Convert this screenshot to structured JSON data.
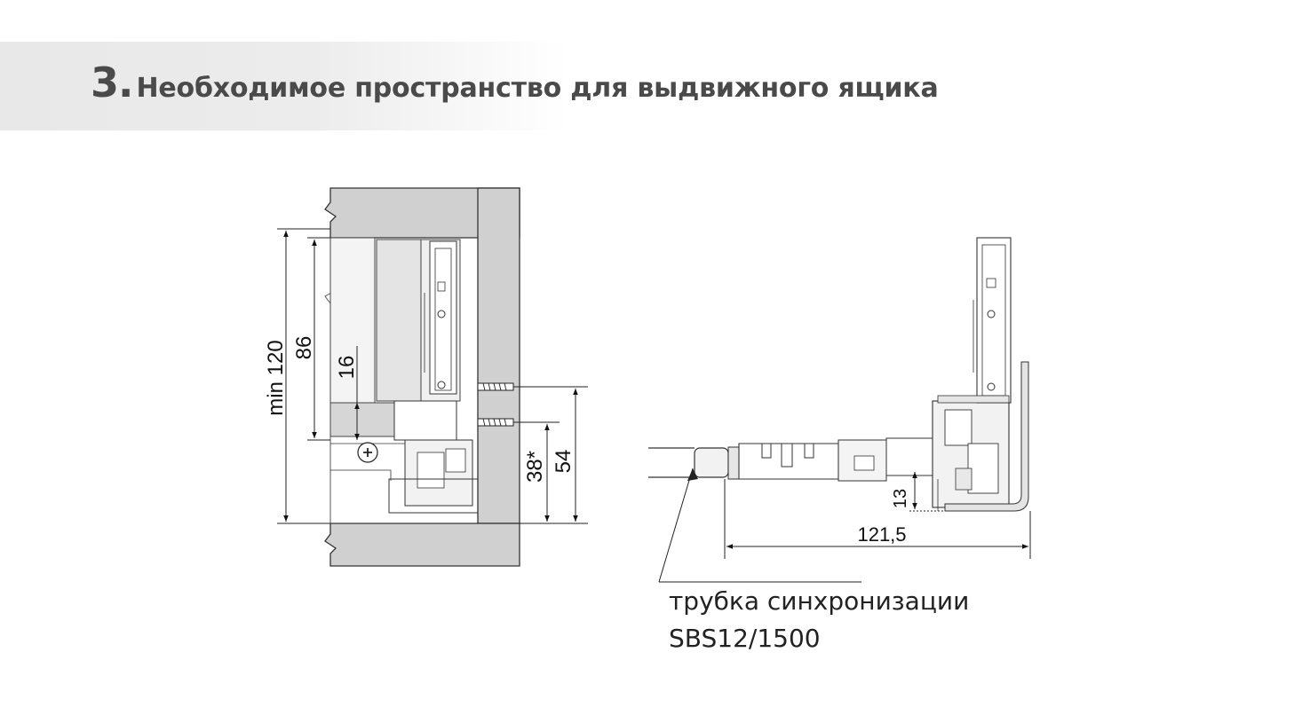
{
  "title": {
    "number": "3.",
    "text": "Необходимое пространство для выдвижного ящика"
  },
  "dimensions": {
    "min_height": "min 120",
    "drawer_height": "86",
    "offset_16": "16",
    "offset_38": "38*",
    "height_54": "54",
    "height_13": "13",
    "depth_121_5": "121,5"
  },
  "callout": {
    "line1": "трубка синхронизации",
    "line2": "SBS12/1500"
  }
}
